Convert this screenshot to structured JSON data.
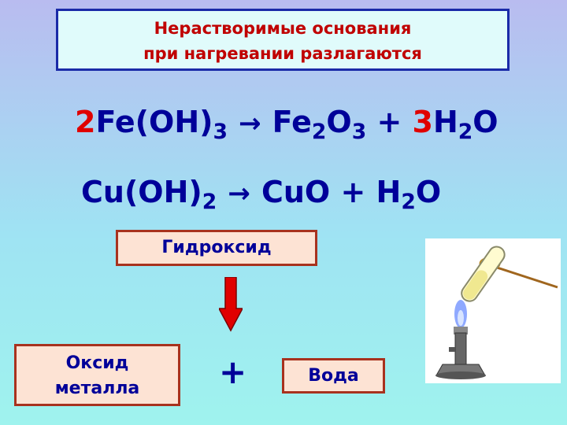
{
  "title": {
    "line1": "Нерастворимые основания",
    "line2": "при нагревании разлагаются"
  },
  "equation1": {
    "coef_left": "2",
    "reactant": "Fe(OH)",
    "reactant_sub": "3",
    "arrow": "→",
    "product1_a": "Fe",
    "product1_sub1": "2",
    "product1_b": "O",
    "product1_sub2": "3",
    "plus": "+",
    "coef_right": "3",
    "product2_a": "H",
    "product2_sub": "2",
    "product2_b": "O"
  },
  "equation2": {
    "reactant": "Cu(OH)",
    "reactant_sub": "2",
    "arrow": "→",
    "product1": "CuO",
    "plus": "+",
    "product2_a": "H",
    "product2_sub": "2",
    "product2_b": "O"
  },
  "scheme": {
    "hydroxide": "Гидроксид",
    "oxide_line1": "Оксид",
    "oxide_line2": "металла",
    "plus": "+",
    "water": "Вода"
  },
  "colors": {
    "title_text": "#c00000",
    "formula_text": "#000099",
    "coefficient": "#e00000",
    "box_fill": "#fde3d4",
    "box_border": "#a8321e",
    "arrow_fill": "#e00000"
  },
  "illustration": "test-tube-heated-over-burner"
}
